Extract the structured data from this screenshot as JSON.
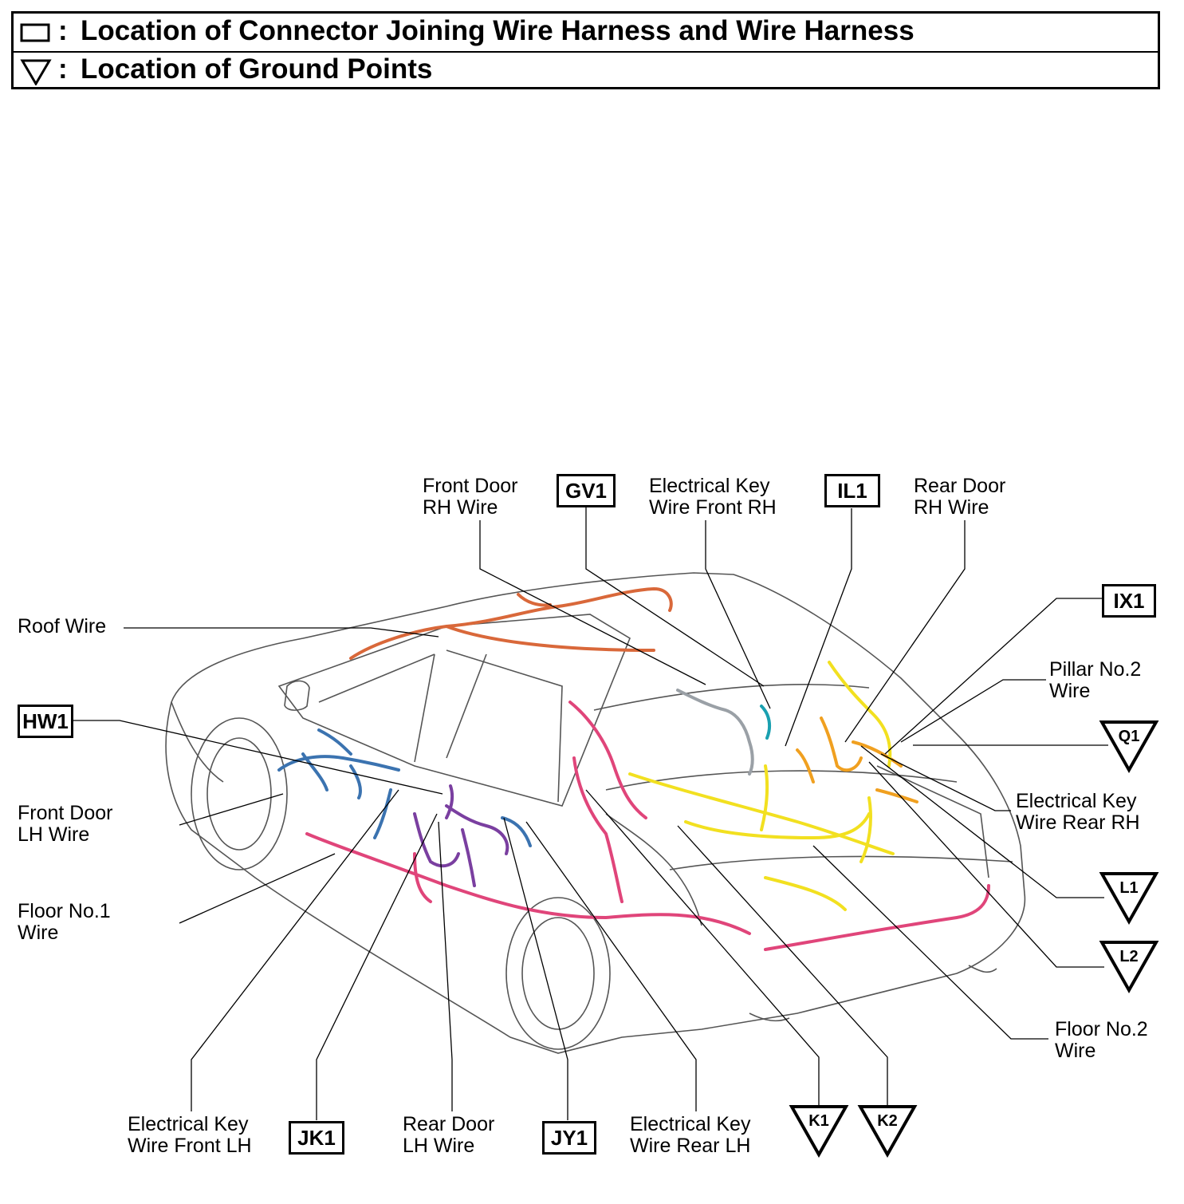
{
  "legend": {
    "connector": "Location of Connector Joining Wire Harness and Wire Harness",
    "ground": "Location of Ground Points",
    "colon": ":",
    "connector_symbol": "connector-rectangle-icon",
    "ground_symbol": "ground-triangle-icon"
  },
  "labels": {
    "front_door_rh": [
      "Front Door",
      "RH Wire"
    ],
    "ek_front_rh": [
      "Electrical Key",
      "Wire Front RH"
    ],
    "rear_door_rh": [
      "Rear Door",
      "RH Wire"
    ],
    "roof": "Roof Wire",
    "pillar2": [
      "Pillar No.2",
      "Wire"
    ],
    "front_door_lh": [
      "Front Door",
      "LH Wire"
    ],
    "floor1": [
      "Floor No.1",
      "Wire"
    ],
    "ek_rear_rh": [
      "Electrical Key",
      "Wire Rear RH"
    ],
    "floor2": [
      "Floor No.2",
      "Wire"
    ],
    "ek_front_lh": [
      "Electrical Key",
      "Wire Front LH"
    ],
    "rear_door_lh": [
      "Rear Door",
      "LH Wire"
    ],
    "ek_rear_lh": [
      "Electrical Key",
      "Wire Rear LH"
    ]
  },
  "connectors": {
    "gv1": "GV1",
    "il1": "IL1",
    "ix1": "IX1",
    "hw1": "HW1",
    "jk1": "JK1",
    "jy1": "JY1"
  },
  "grounds": {
    "q1": "Q1",
    "l1": "L1",
    "l2": "L2",
    "k1": "K1",
    "k2": "K2"
  },
  "colors": {
    "roof_wire": "#d9683a",
    "front_door_lh_wire": "#3b73b0",
    "floor1_wire": "#e0457a",
    "floor2_wire": "#f2e020",
    "rear_door_lh_wire": "#7a3fa0",
    "front_door_rh_wire": "#9aa0a6",
    "ek_front_rh_wire": "#1aa0b0",
    "rear_door_rh_wire": "#f0a020",
    "body_outline": "#555555"
  }
}
